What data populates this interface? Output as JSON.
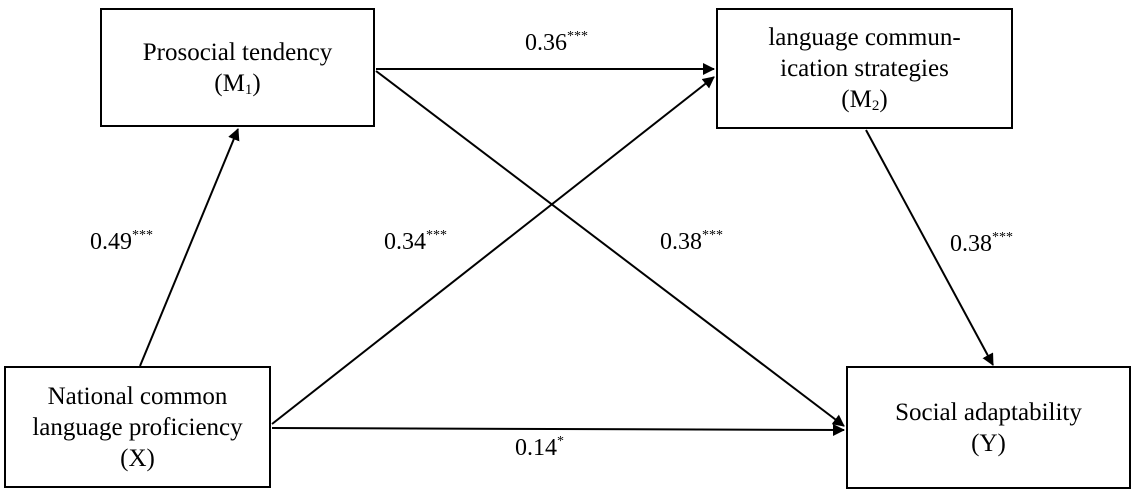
{
  "nodes": {
    "m1": {
      "line1": "Prosocial tendency",
      "sym": "(M",
      "sub": "1",
      "close": ")"
    },
    "m2": {
      "line1": "language commun-",
      "line2": "ication strategies",
      "sym": "(M",
      "sub": "2",
      "close": ")"
    },
    "x": {
      "line1": "National common",
      "line2": "language proficiency",
      "sym": "(X)"
    },
    "y": {
      "line1": "Social adaptability",
      "sym": "(Y)"
    }
  },
  "paths": {
    "x_m1": {
      "value": "0.49",
      "sig": "***"
    },
    "m1_m2": {
      "value": "0.36",
      "sig": "***"
    },
    "x_m2": {
      "value": "0.34",
      "sig": "***"
    },
    "m1_y": {
      "value": "0.38",
      "sig": "***"
    },
    "m2_y": {
      "value": "0.38",
      "sig": "***"
    },
    "x_y": {
      "value": "0.14",
      "sig": "*"
    }
  },
  "colors": {
    "line": "#000000",
    "background": "#ffffff"
  }
}
